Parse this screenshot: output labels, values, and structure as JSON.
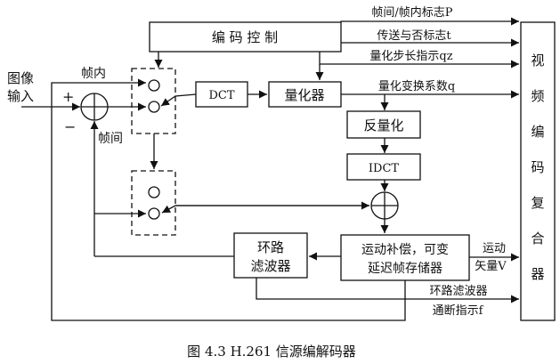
{
  "diagram": {
    "caption": "图 4.3 H.261 信源编解码器",
    "input_label_line1": "图像",
    "input_label_line2": "输入",
    "plus_sign": "+",
    "minus_sign": "−",
    "intra_label": "帧内",
    "inter_label": "帧间",
    "blocks": {
      "coding_control": "编 码 控 制",
      "dct": "DCT",
      "quantizer": "量化器",
      "dequantizer": "反量化",
      "idct": "IDCT",
      "mc_line1": "运动补偿，可变",
      "mc_line2": "延迟帧存储器",
      "loop_filter_line1": "环路",
      "loop_filter_line2": "滤波器",
      "mux_chars": [
        "视",
        "频",
        "编",
        "码",
        "复",
        "合",
        "器"
      ]
    },
    "signals": {
      "intra_inter_flag": "帧间/帧内标志P",
      "transmit_flag": "传送与否标志t",
      "quant_step": "量化步长指示qz",
      "quant_coeff": "量化变换系数q",
      "motion_vector_line1": "运动",
      "motion_vector_line2": "矢量V",
      "loop_filter_flag_line1": "环路滤波器",
      "loop_filter_flag_line2": "通断指示f"
    }
  }
}
